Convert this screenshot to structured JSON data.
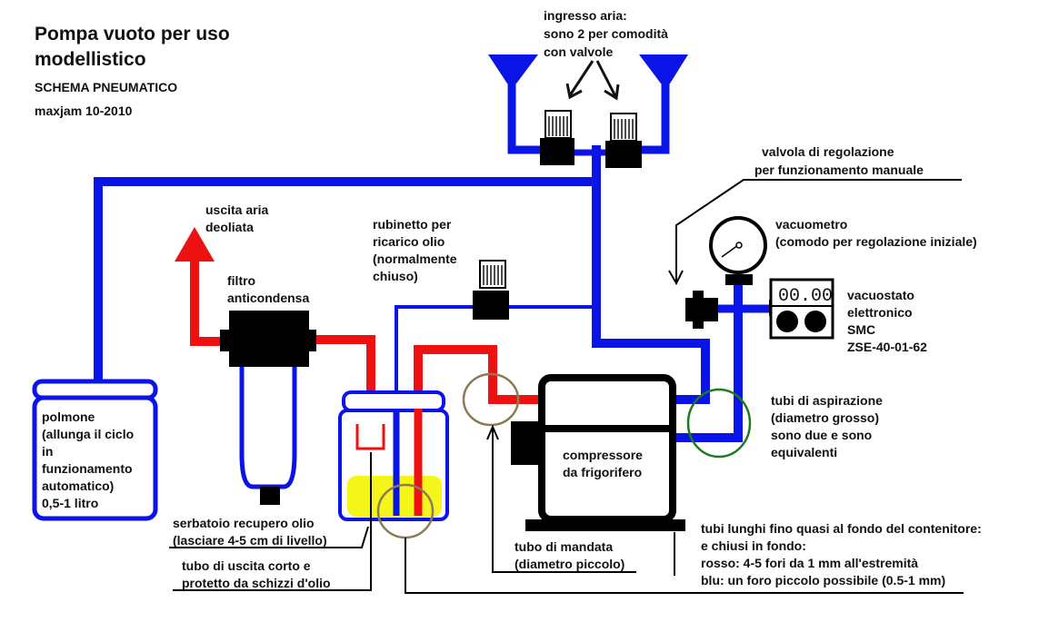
{
  "header": {
    "title_line1": "Pompa vuoto per uso",
    "title_line2": "modellistico",
    "subtitle": "SCHEMA PNEUMATICO",
    "author": "maxjam 10-2010"
  },
  "colors": {
    "vacuum_line": "#0a14e6",
    "pressure_line": "#ee1111",
    "component": "#000000",
    "oil": "#f5f51a",
    "highlight_circle_mandata": "#8a7d55",
    "highlight_circle_aspirazione": "#1f7a1f"
  },
  "labels": {
    "ingresso_aria": [
      "ingresso aria:",
      "sono 2 per comodità",
      "con valvole"
    ],
    "valvola_regolazione": [
      "valvola di regolazione",
      "per funzionamento manuale"
    ],
    "vacuometro": [
      "vacuometro",
      "(comodo per regolazione iniziale)"
    ],
    "vacuostato": [
      "vacuostato",
      "elettronico",
      "SMC",
      "ZSE-40-01-62"
    ],
    "vacuostato_display": "00.00",
    "uscita_aria": [
      "uscita aria",
      "deoliata"
    ],
    "rubinetto": [
      "rubinetto per",
      "ricarico olio",
      "(normalmente",
      "chiuso)"
    ],
    "filtro": [
      "filtro",
      "anticondensa"
    ],
    "polmone": [
      "polmone",
      "(allunga il ciclo",
      "in",
      "funzionamento",
      "automatico)",
      "0,5-1 litro"
    ],
    "compressore": [
      "compressore",
      "da frigorifero"
    ],
    "tubi_aspirazione": [
      "tubi di aspirazione",
      "(diametro grosso)",
      "sono due e sono",
      "equivalenti"
    ],
    "serbatoio": [
      "serbatoio recupero olio",
      "(lasciare 4-5 cm di livello)"
    ],
    "tubo_uscita": [
      "tubo di uscita corto e",
      "protetto da schizzi d'olio"
    ],
    "tubo_mandata": [
      "tubo di mandata",
      "(diametro piccolo)"
    ],
    "tubi_lunghi": [
      "tubi lunghi fino quasi al fondo del contenitore:",
      "e chiusi in fondo:",
      "rosso: 4-5 fori da 1 mm all'estremità",
      "blu: un foro piccolo possibile (0.5-1 mm)"
    ]
  }
}
